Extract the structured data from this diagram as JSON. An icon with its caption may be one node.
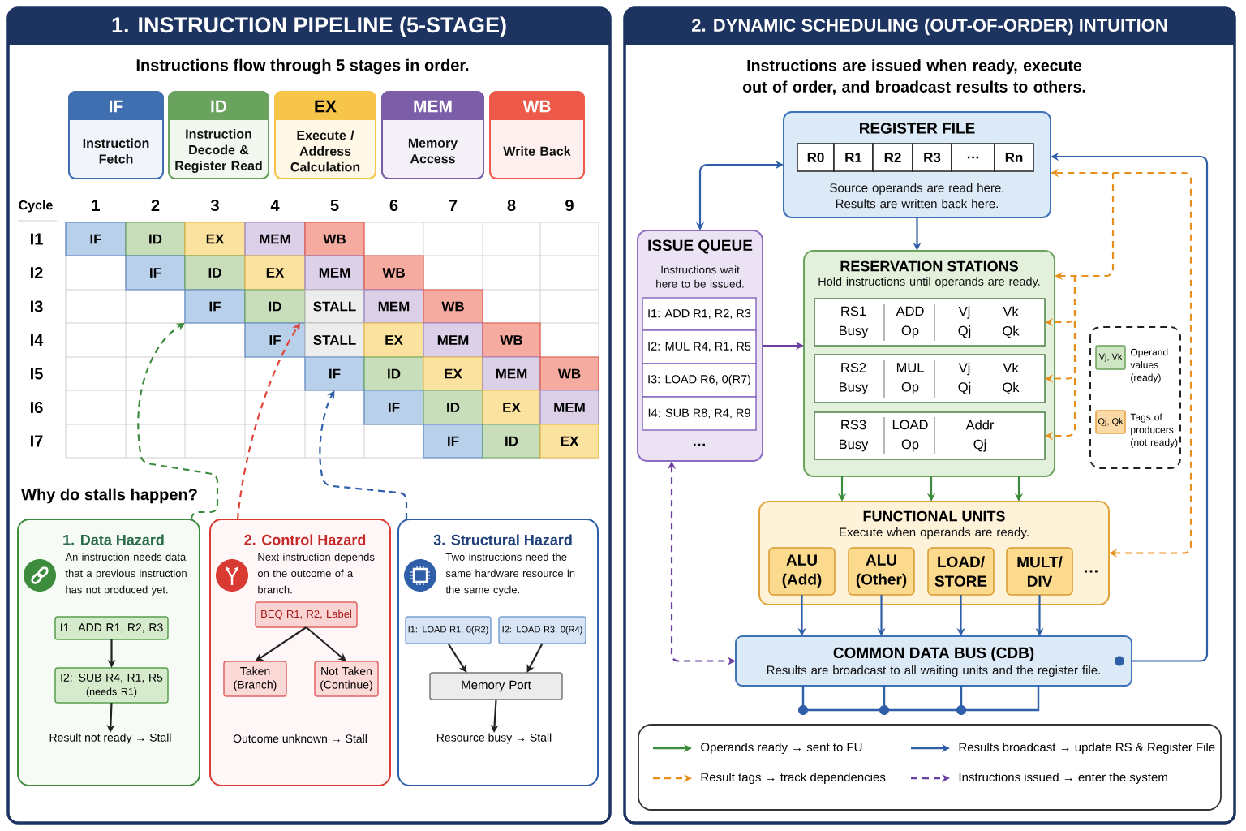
{
  "diagram": {
    "nodes": [
      {
        "text": [
          "1. INSTRUCTION PIPELINE (5-STAGE)"
        ]
      },
      {
        "text": [
          "IF",
          "Instruction Fetch"
        ],
        "in": 0
      },
      {
        "text": [
          "ID",
          "Instruction Decode & Register Read"
        ],
        "in": 0
      },
      {
        "text": [
          "EX",
          "Execute / Address Calculation"
        ],
        "in": 0
      },
      {
        "text": [
          "MEM",
          "Memory Access"
        ],
        "in": 0
      },
      {
        "text": [
          "WB",
          "Write Back"
        ],
        "in": 0
      },
      {
        "text": [
          "1. Data Hazard",
          "An instruction needs data that a previous instruction has not produced yet."
        ],
        "in": 0
      },
      {
        "text": [
          "I1: ADD R1, R2, R3"
        ],
        "in": 6
      },
      {
        "text": [
          "I2: SUB R4, R1, R5",
          "(needs R1)"
        ],
        "in": 6
      },
      {
        "text": [
          "Result not ready → Stall"
        ],
        "in": 6
      },
      {
        "text": [
          "2. Control Hazard",
          "Next instruction depends on the outcome of a branch."
        ],
        "in": 0
      },
      {
        "text": [
          "BEQ R1, R2, Label"
        ],
        "in": 10
      },
      {
        "text": [
          "Taken (Branch)"
        ],
        "in": 10
      },
      {
        "text": [
          "Not Taken (Continue)"
        ],
        "in": 10
      },
      {
        "text": [
          "3. Structural Hazard",
          "Two instructions need the same hardware resource in the same cycle."
        ],
        "in": 0
      },
      {
        "text": [
          "I1: LOAD R1, 0(R2)"
        ],
        "in": 14
      },
      {
        "text": [
          "I2: LOAD R3, 0(R4)"
        ],
        "in": 14
      },
      {
        "text": [
          "Memory Port"
        ],
        "in": 14
      },
      {
        "text": [
          "Resource busy → Stall"
        ],
        "in": 14
      },
      {
        "text": [
          "2. DYNAMIC SCHEDULING (OUT-OF-ORDER) INTUITION"
        ]
      },
      {
        "text": [
          "REGISTER FILE",
          "Source operands are read here. Results are written back here."
        ],
        "in": 19
      },
      {
        "text": [
          "R0"
        ],
        "in": 20
      },
      {
        "text": [
          "R1"
        ],
        "in": 20
      },
      {
        "text": [
          "R2"
        ],
        "in": 20
      },
      {
        "text": [
          "R3"
        ],
        "in": 20
      },
      {
        "text": [
          "…"
        ],
        "in": 20
      },
      {
        "text": [
          "Rn"
        ],
        "in": 20
      },
      {
        "text": [
          "ISSUE QUEUE",
          "Instructions wait here to be issued."
        ],
        "in": 19
      },
      {
        "text": [
          "I1: ADD R1, R2, R3"
        ],
        "in": 27
      },
      {
        "text": [
          "I2: MUL R4, R1, R5"
        ],
        "in": 27
      },
      {
        "text": [
          "I3: LOAD R6, 0(R7)"
        ],
        "in": 27
      },
      {
        "text": [
          "I4: SUB R8, R4, R9"
        ],
        "in": 27
      },
      {
        "text": [
          "RESERVATION STATIONS",
          "Hold instructions until operands are ready."
        ],
        "in": 19
      },
      {
        "text": [
          "RS1 Busy",
          "ADD Op",
          "Vj Qj",
          "Vk Qk"
        ],
        "in": 32
      },
      {
        "text": [
          "RS2 Busy",
          "MUL Op",
          "Vj Qj",
          "Vk Qk"
        ],
        "in": 32
      },
      {
        "text": [
          "RS3 Busy",
          "LOAD Op",
          "Addr Qj"
        ],
        "in": 32
      },
      {
        "text": [
          "Vj, Vk"
        ],
        "beside": [
          "Operand values (ready)"
        ],
        "in": 19
      },
      {
        "text": [
          "Qj, Qk"
        ],
        "beside": [
          "Tags of producers (not ready)"
        ],
        "in": 19
      },
      {
        "text": [
          "FUNCTIONAL UNITS",
          "Execute when operands are ready."
        ],
        "in": 19
      },
      {
        "text": [
          "ALU (Add)"
        ],
        "in": 38
      },
      {
        "text": [
          "ALU (Other)"
        ],
        "in": 38
      },
      {
        "text": [
          "LOAD/ STORE"
        ],
        "in": 38
      },
      {
        "text": [
          "MULT/ DIV"
        ],
        "in": 38
      },
      {
        "text": [
          "COMMON DATA BUS (CDB)",
          "Results are broadcast to all waiting units and the register file."
        ],
        "in": 19
      },
      {
        "text": [
          "IF"
        ],
        "in": 0
      },
      {
        "text": [
          "ID"
        ],
        "in": 0
      },
      {
        "text": [
          "IF"
        ],
        "in": 0
      }
    ],
    "edges": [
      {
        "from": 7,
        "to": 8,
        "arrow": "to",
        "color": "#222222"
      },
      {
        "from": 8,
        "to": 9,
        "arrow": "to",
        "color": "#222222"
      },
      {
        "from": 11,
        "to": 12,
        "arrow": "to",
        "color": "#222222"
      },
      {
        "from": 11,
        "to": 13,
        "arrow": "to",
        "color": "#222222"
      },
      {
        "from": 15,
        "to": 17,
        "arrow": "to",
        "color": "#222222"
      },
      {
        "from": 16,
        "to": 17,
        "arrow": "to",
        "color": "#222222"
      },
      {
        "from": 17,
        "to": 18,
        "arrow": "to",
        "color": "#222222"
      },
      {
        "from": 6,
        "to": 44,
        "arrow": "to",
        "style": "dashed",
        "color": "#3d8b3d"
      },
      {
        "from": 10,
        "to": 45,
        "arrow": "to",
        "style": "dashed",
        "color": "#e0453a"
      },
      {
        "from": 14,
        "to": 46,
        "arrow": "to",
        "style": "dashed",
        "color": "#2e5fa8"
      },
      {
        "from": 27,
        "to": 20,
        "arrow": "both",
        "color": "#2e5fa8"
      },
      {
        "from": 20,
        "to": 32,
        "arrow": "to",
        "color": "#2e5fa8"
      },
      {
        "from": 27,
        "to": 32,
        "arrow": "to",
        "color": "#6a3fa0"
      },
      {
        "from": 32,
        "to": 38,
        "arrow": "to",
        "color": "#3d8b3d"
      },
      {
        "from": 32,
        "to": 38,
        "arrow": "to",
        "color": "#3d8b3d"
      },
      {
        "from": 32,
        "to": 38,
        "arrow": "to",
        "color": "#3d8b3d"
      },
      {
        "from": 39,
        "to": 43,
        "arrow": "to",
        "color": "#2e5fa8"
      },
      {
        "from": 40,
        "to": 43,
        "arrow": "to",
        "color": "#2e5fa8"
      },
      {
        "from": 41,
        "to": 43,
        "arrow": "to",
        "color": "#2e5fa8"
      },
      {
        "from": 42,
        "to": 43,
        "arrow": "to",
        "color": "#2e5fa8"
      },
      {
        "from": 43,
        "to": 20,
        "arrow": "to",
        "color": "#2e5fa8"
      },
      {
        "from": 38,
        "to": 20,
        "arrow": "both",
        "style": "dashed",
        "color": "#e8901e"
      },
      {
        "from": null,
        "to": 32,
        "arrow": "to",
        "style": "dashed",
        "color": "#e8901e"
      },
      {
        "from": null,
        "to": 33,
        "arrow": "to",
        "style": "dashed",
        "color": "#e8901e"
      },
      {
        "from": null,
        "to": 34,
        "arrow": "to",
        "style": "dashed",
        "color": "#e8901e"
      },
      {
        "from": null,
        "to": 35,
        "arrow": "to",
        "style": "dashed",
        "color": "#e8901e"
      },
      {
        "from": 27,
        "to": 43,
        "arrow": "both",
        "style": "dashed",
        "color": "#6a3fa0"
      }
    ],
    "labels": [
      "Instructions flow through 5 stages in order.",
      "Cycle",
      "1",
      "2",
      "3",
      "4",
      "5",
      "6",
      "7",
      "8",
      "9",
      "I1",
      "IF",
      "ID",
      "EX",
      "MEM",
      "WB",
      "I2",
      "IF",
      "ID",
      "EX",
      "MEM",
      "WB",
      "I3",
      "STALL",
      "MEM",
      "WB",
      "I4",
      "IF",
      "STALL",
      "EX",
      "MEM",
      "WB",
      "I5",
      "ID",
      "EX",
      "MEM",
      "WB",
      "I6",
      "IF",
      "ID",
      "EX",
      "MEM",
      "I7",
      "IF",
      "ID",
      "EX",
      "Why do stalls happen?",
      "Outcome unknown → Stall",
      "Instructions are issued when ready, execute out of order, and broadcast results to others.",
      "…",
      "…"
    ],
    "legend": [
      {
        "text": "Operands ready → sent to FU"
      },
      {
        "text": "Results broadcast → update RS & Register File"
      },
      {
        "text": "Result tags → track dependencies"
      },
      {
        "text": "Instructions issued → enter the system"
      }
    ]
  }
}
